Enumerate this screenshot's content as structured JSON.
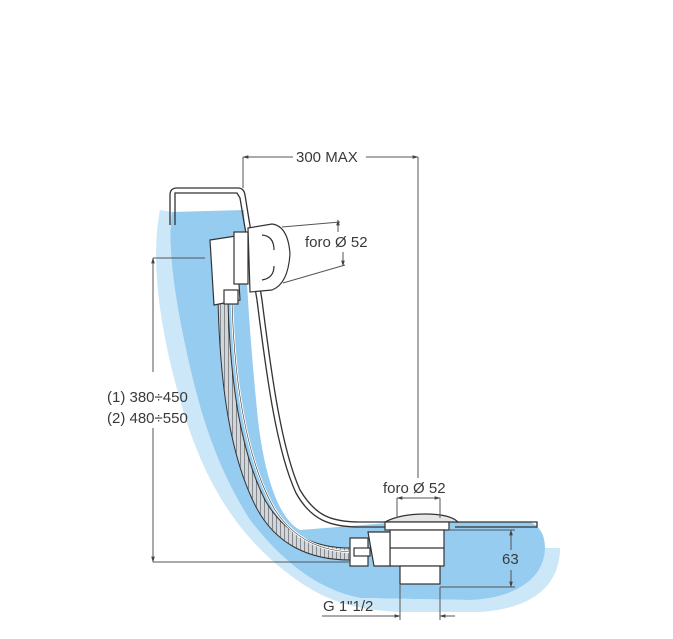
{
  "diagram": {
    "subject": "bathtub waste and overflow assembly",
    "colors": {
      "water_fill": "#7cc0ea",
      "line": "#333333",
      "dimension_line": "#555555",
      "text": "#3a3a3a"
    },
    "dimensions": {
      "overflow_offset": "300 MAX",
      "overflow_hole": "foro Ø 52",
      "height_option_1": "(1) 380÷450",
      "height_option_2": "(2) 480÷550",
      "drain_hole": "foro Ø 52",
      "drain_depth": "63",
      "outlet_thread": "G 1\"1/2"
    }
  }
}
